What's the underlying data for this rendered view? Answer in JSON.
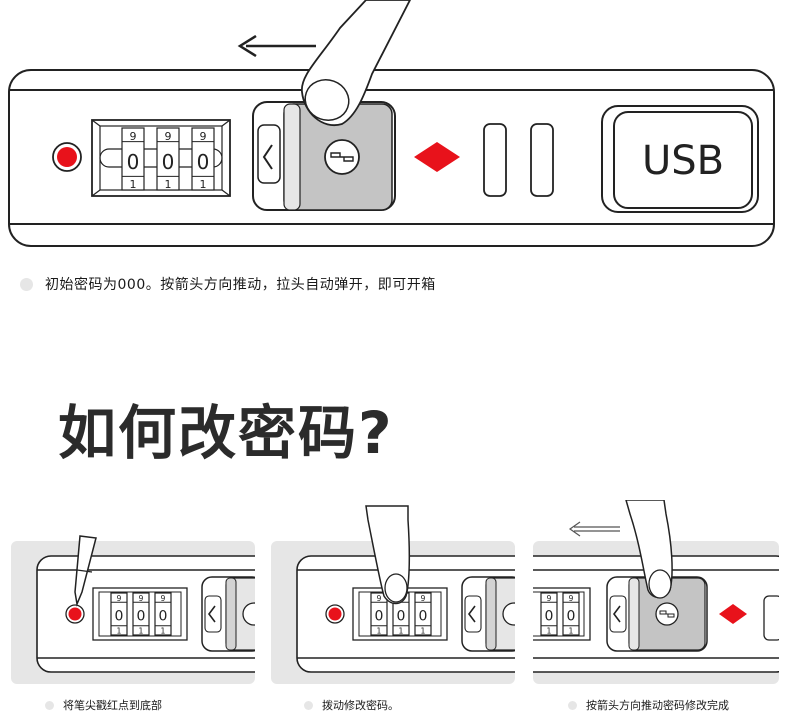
{
  "main_lock": {
    "dial_digits_top": [
      "9",
      "9",
      "9"
    ],
    "dial_digits_mid": [
      "0",
      "0",
      "0"
    ],
    "dial_digits_bottom": [
      "1",
      "1",
      "1"
    ],
    "usb_label": "USB",
    "caption": "初始密码为000。按箭头方向推动，拉头自动弹开，即可开箱"
  },
  "heading": "如何改密码?",
  "steps": [
    {
      "caption": "将笔尖戳红点到底部",
      "digits_top": [
        "9",
        "9",
        "9"
      ],
      "digits_mid": [
        "0",
        "0",
        "0"
      ],
      "digits_bottom": [
        "1",
        "1",
        "1"
      ]
    },
    {
      "caption": "拨动修改密码。",
      "digits_top": [
        "9",
        "9",
        "9"
      ],
      "digits_mid": [
        "0",
        "0",
        "0"
      ],
      "digits_bottom": [
        "1",
        "1",
        "1"
      ]
    },
    {
      "caption": "按箭头方向推动密码修改完成",
      "digits_top": [
        "9",
        "9"
      ],
      "digits_mid": [
        "0",
        "0"
      ],
      "digits_bottom": [
        "1",
        "1"
      ]
    }
  ],
  "colors": {
    "red": "#e8121b",
    "panel_gray": "#e6e6e6",
    "slider_gray": "#c4c4c4",
    "line": "#222222"
  },
  "icons": [
    "left-arrow-icon",
    "finger-icon",
    "red-diamond-icon",
    "key-slot-icon",
    "chevron-left-icon",
    "pen-tip-icon"
  ]
}
